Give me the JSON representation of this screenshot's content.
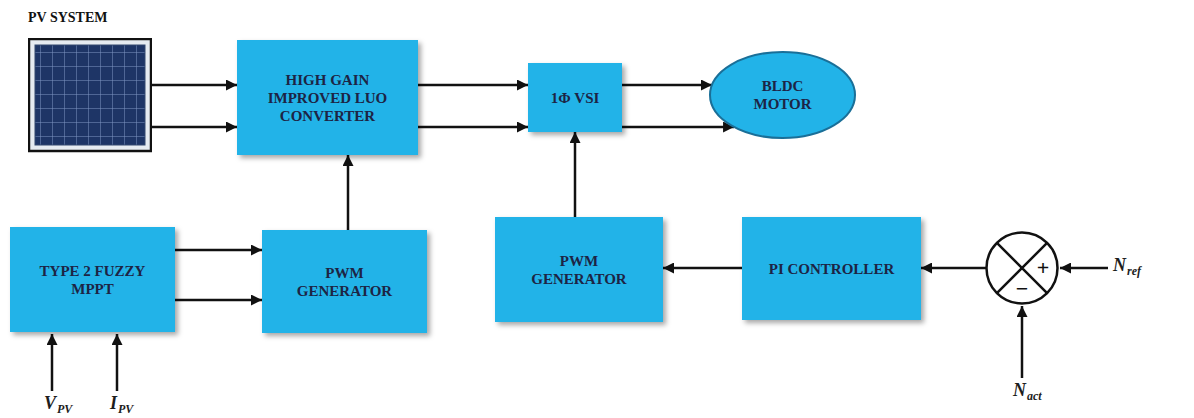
{
  "diagram": {
    "nodes": [
      {
        "text": [
          "PV SYSTEM"
        ]
      },
      {
        "text": [
          "HIGH GAIN IMPROVED LUO CONVERTER"
        ]
      },
      {
        "text": [
          "1Φ VSI"
        ]
      },
      {
        "text": [
          "BLDC MOTOR"
        ]
      },
      {
        "text": [
          "TYPE 2 FUZZY MPPT"
        ]
      },
      {
        "text": [
          "PWM GENERATOR"
        ]
      },
      {
        "text": [
          "PWM GENERATOR"
        ]
      },
      {
        "text": [
          "PI CONTROLLER"
        ]
      },
      {
        "text": [
          "+",
          "−"
        ]
      }
    ],
    "edges": [
      {
        "from": 0,
        "to": 1,
        "arrow": "to"
      },
      {
        "from": 0,
        "to": 1,
        "arrow": "to"
      },
      {
        "from": 1,
        "to": 2,
        "arrow": "to"
      },
      {
        "from": 1,
        "to": 2,
        "arrow": "to"
      },
      {
        "from": 2,
        "to": 3,
        "arrow": "to"
      },
      {
        "from": 2,
        "to": 3,
        "arrow": "to"
      },
      {
        "from": 4,
        "to": 5,
        "arrow": "to"
      },
      {
        "from": 4,
        "to": 5,
        "arrow": "to"
      },
      {
        "from": 5,
        "to": 1,
        "arrow": "to"
      },
      {
        "from": 6,
        "to": 2,
        "arrow": "to"
      },
      {
        "from": 7,
        "to": 6,
        "arrow": "to"
      },
      {
        "from": 8,
        "to": 7,
        "arrow": "to"
      }
    ],
    "labels": [
      "V",
      "PV",
      "I",
      "PV",
      "N",
      "ref",
      "N",
      "act"
    ]
  }
}
